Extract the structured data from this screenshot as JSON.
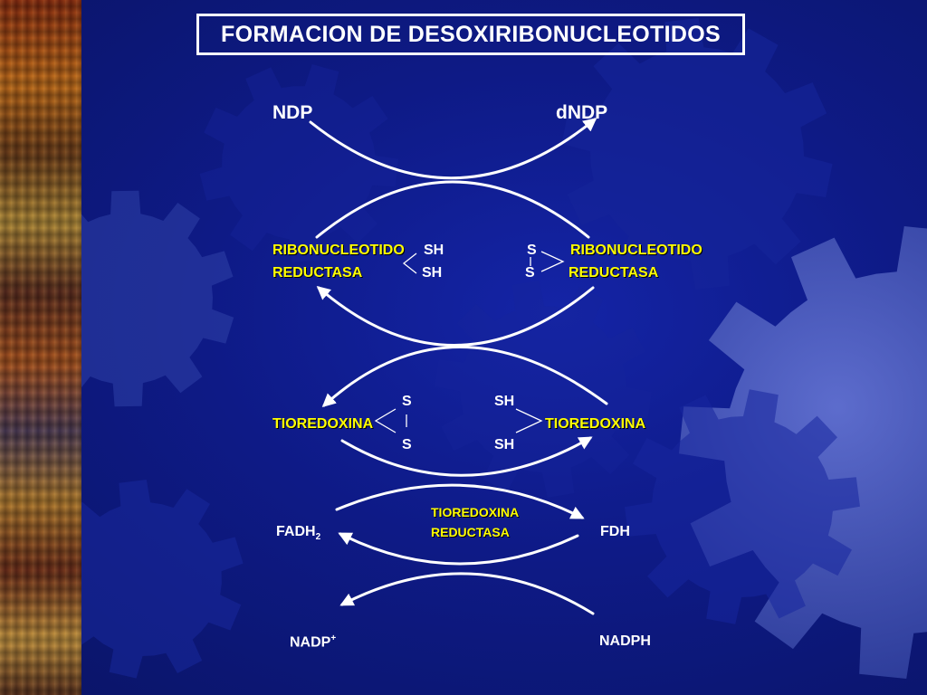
{
  "title": "FORMACION DE DESOXIRIBONUCLEOTIDOS",
  "colors": {
    "background": "#0b1670",
    "gear": "#3a4fae",
    "text": "#ffffff",
    "enzyme": "#ffff00"
  },
  "row1": {
    "left": "NDP",
    "right": "dNDP"
  },
  "row2": {
    "left_enzyme_line1": "RIBONUCLEOTIDO",
    "left_enzyme_line2": "REDUCTASA",
    "left_group_top": "SH",
    "left_group_bottom": "SH",
    "right_group_top": "S",
    "right_group_bottom": "S",
    "right_enzyme_line1": "RIBONUCLEOTIDO",
    "right_enzyme_line2": "REDUCTASA"
  },
  "row3": {
    "left_group_top": "S",
    "left_group_bottom": "S",
    "left_label": "TIOREDOXINA",
    "right_group_top": "SH",
    "right_group_bottom": "SH",
    "right_label": "TIOREDOXINA"
  },
  "row4": {
    "enzyme_line1": "TIOREDOXINA",
    "enzyme_line2": "REDUCTASA",
    "left_base": "FADH",
    "left_sub": "2",
    "right": "FDH"
  },
  "row5": {
    "left_base": "NADP",
    "left_sup": "+",
    "right": "NADPH"
  }
}
